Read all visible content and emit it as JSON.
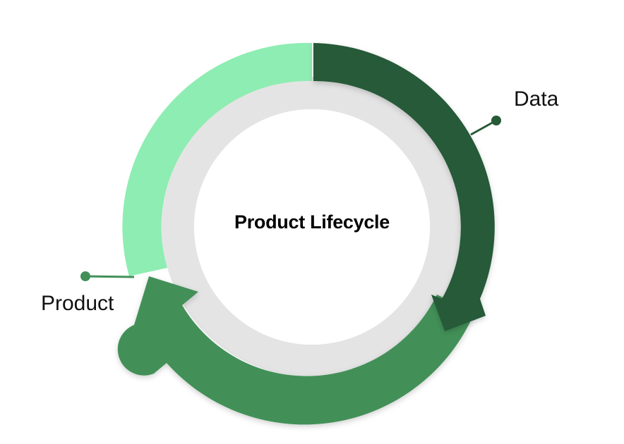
{
  "center": {
    "title": "Product Lifecycle"
  },
  "labels": {
    "data": "Data",
    "product": "Product"
  },
  "colors": {
    "dark_green": "#275a37",
    "medium_green": "#429058",
    "light_green": "#8eedb2",
    "inner_ring": "#e4e4e4",
    "background": "#ffffff"
  }
}
